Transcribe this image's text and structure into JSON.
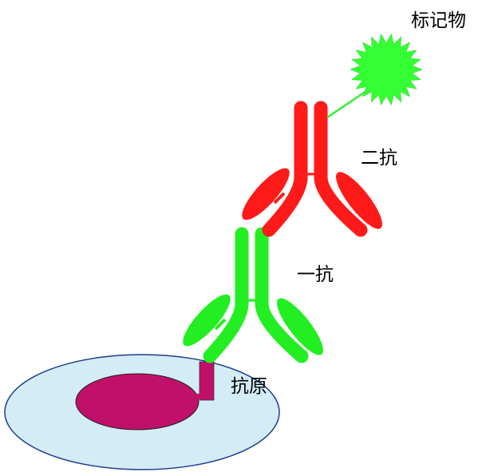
{
  "labels": {
    "marker": "标记物",
    "secondary_antibody": "二抗",
    "primary_antibody": "一抗",
    "antigen": "抗原"
  },
  "colors": {
    "secondary_antibody": "#ff1a1a",
    "primary_antibody": "#22ee22",
    "marker": "#33ff33",
    "cell": "#d4ecf6",
    "cell_outline": "#1c3c8c",
    "nucleus": "#c0106a",
    "antigen": "#c0106a"
  }
}
